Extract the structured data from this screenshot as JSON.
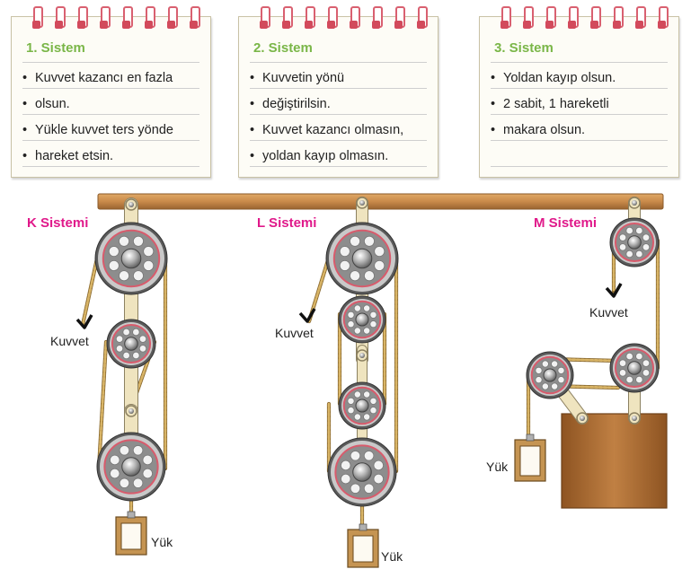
{
  "cards": [
    {
      "title": "1. Sistem",
      "lines": [
        "Kuvvet kazancı en fazla",
        "olsun.",
        "Yükle kuvvet ters yönde",
        "hareket etsin."
      ]
    },
    {
      "title": "2. Sistem",
      "lines": [
        "Kuvvetin yönü",
        "değiştirilsin.",
        "Kuvvet kazancı olmasın,",
        "yoldan kayıp olmasın."
      ]
    },
    {
      "title": "3. Sistem",
      "lines": [
        "Yoldan kayıp olsun.",
        "2 sabit, 1 hareketli",
        "makara olsun."
      ]
    }
  ],
  "systems": {
    "k": {
      "title": "K Sistemi",
      "force": "Kuvvet",
      "load": "Yük"
    },
    "l": {
      "title": "L Sistemi",
      "force": "Kuvvet",
      "load": "Yük"
    },
    "m": {
      "title": "M Sistemi",
      "force": "Kuvvet",
      "load": "Yük"
    }
  },
  "colors": {
    "card_title": "#7ab648",
    "system_title": "#e0198a",
    "ring": "#d96070",
    "beam": "#c98a4a",
    "rope": "#c9a255",
    "block": "#a86a32"
  }
}
